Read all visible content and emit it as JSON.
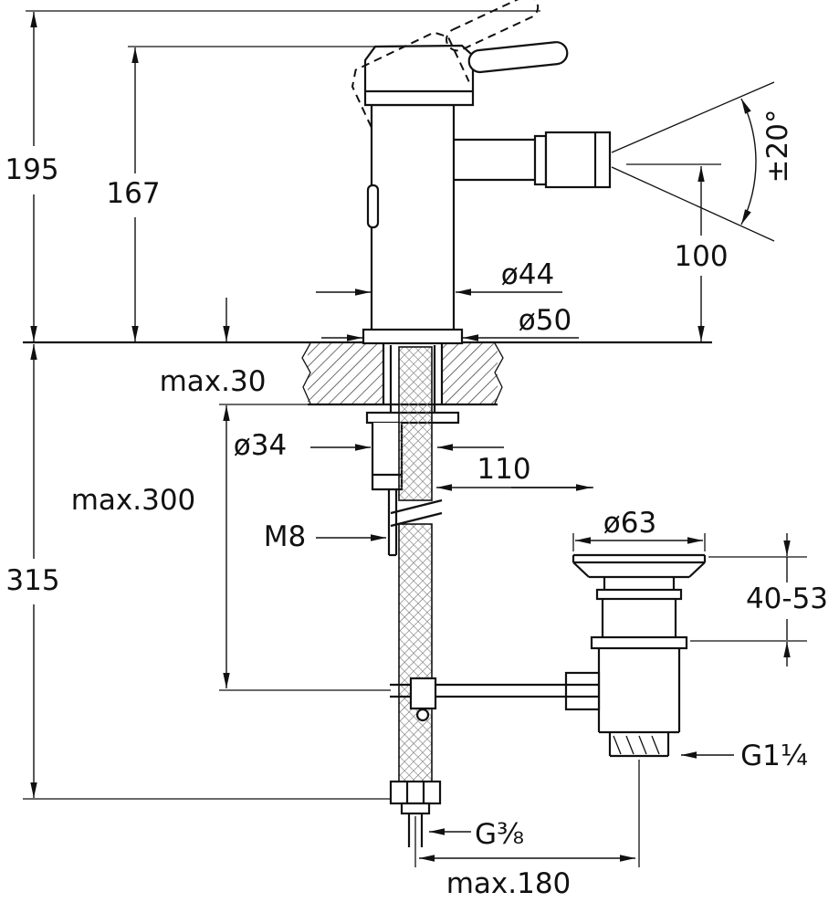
{
  "drawing": {
    "kind": "technical-dimension-drawing",
    "subject": "bidet mixer tap with pop-up waste",
    "colors": {
      "line": "#111111",
      "background": "#ffffff"
    }
  },
  "labels": {
    "height_overall": "195",
    "height_body": "167",
    "spray_angle": "±20°",
    "outlet_height": "100",
    "body_diameter": "ø44",
    "base_diameter": "ø50",
    "deck_thickness": "max.30",
    "mounting_hole_diameter": "ø34",
    "hose_offset": "110",
    "mounting_depth": "max.300",
    "stud_thread": "M8",
    "waste_cap_diameter": "ø63",
    "height_below_deck": "315",
    "waste_adjust_range": "40-53",
    "waste_thread": "G1¼",
    "supply_thread": "G⅜",
    "waste_reach": "max.180"
  }
}
